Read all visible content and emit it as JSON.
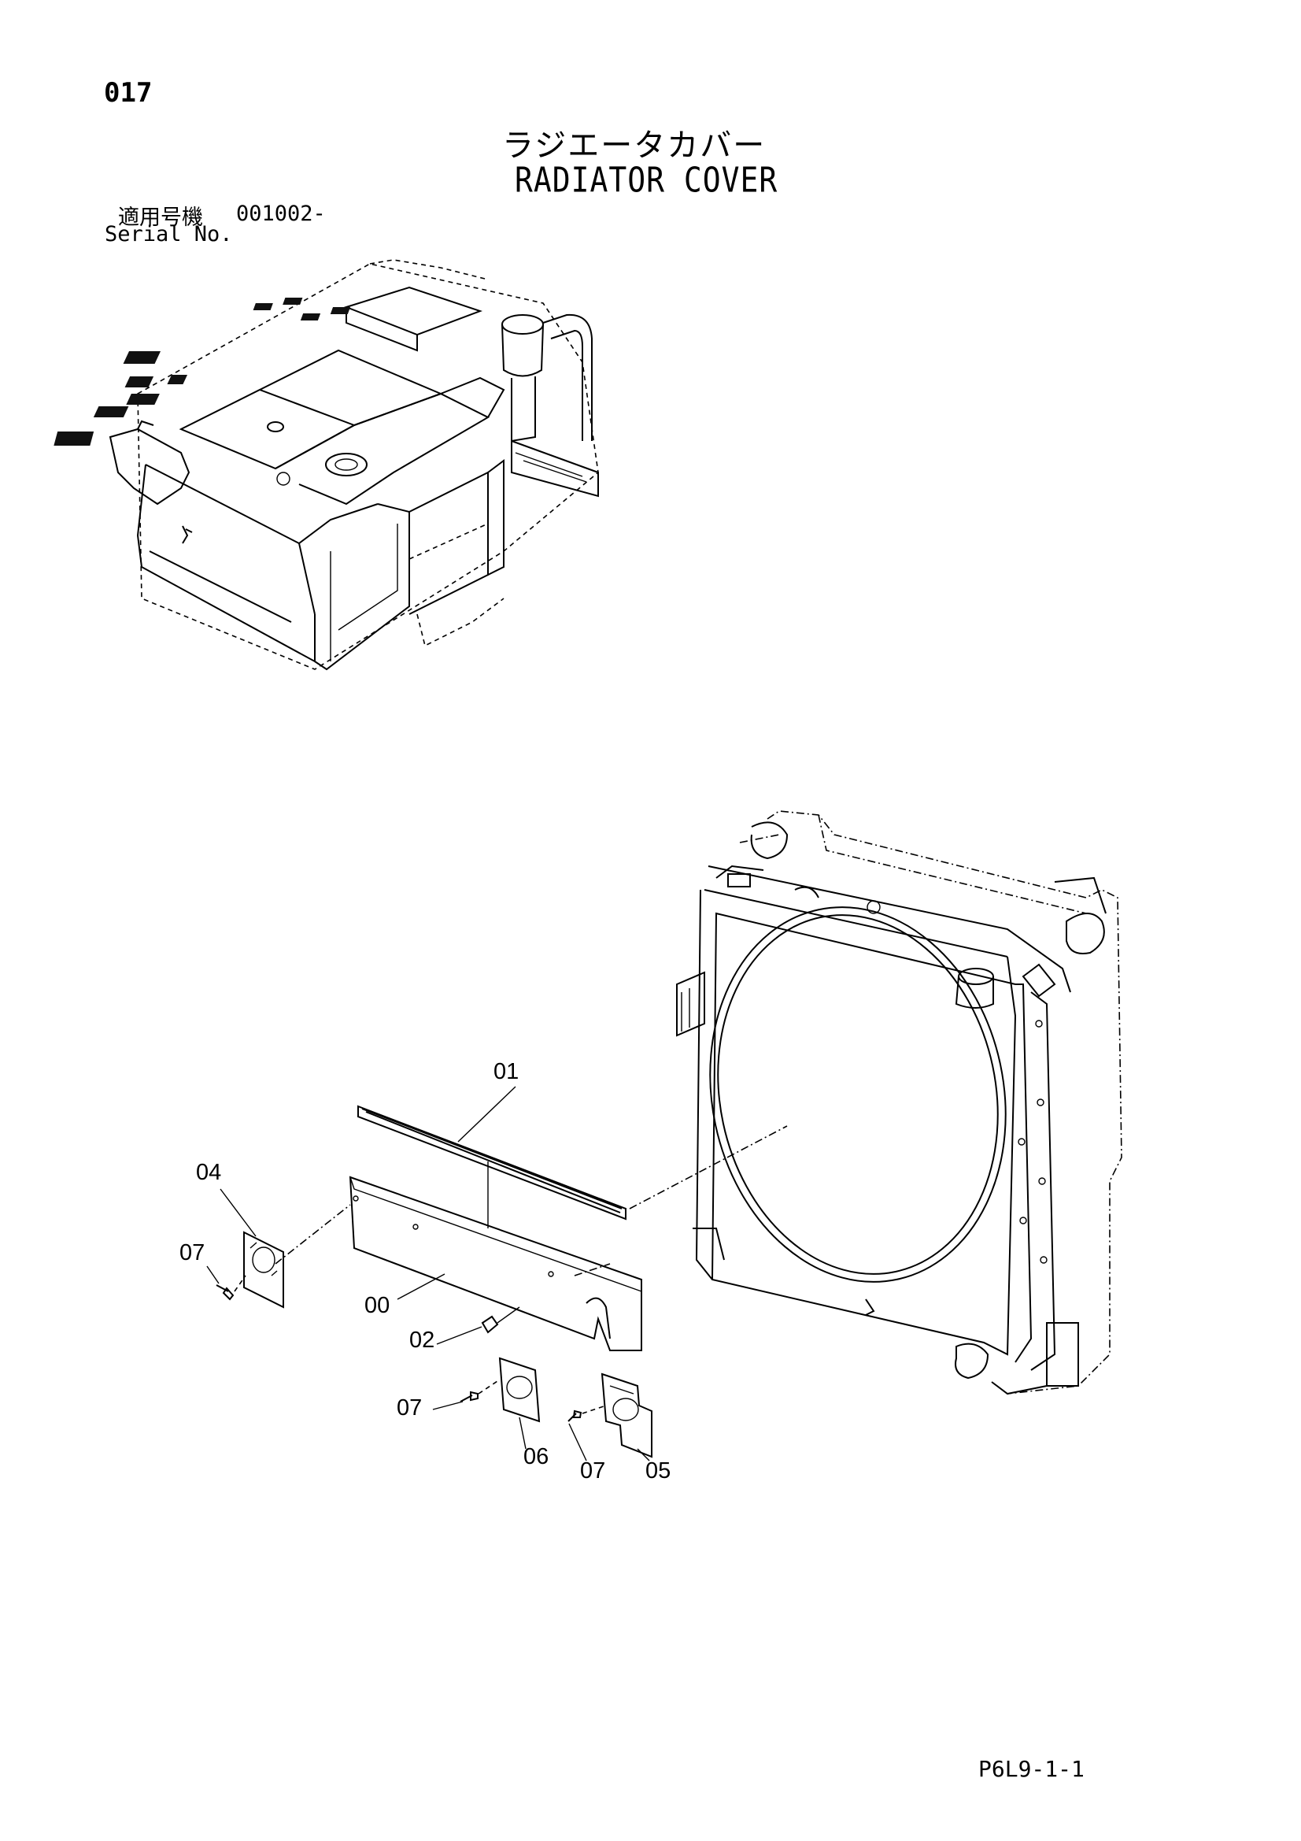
{
  "page": {
    "number": "017",
    "title_jp": "ラジエータカバー",
    "title_en": "RADIATOR COVER",
    "serial_label_jp": "適用号機",
    "serial_value": "001002-",
    "serial_label_en": "Serial No.",
    "doc_code": "P6L9-1-1"
  },
  "callouts": [
    {
      "id": "01",
      "label": "01"
    },
    {
      "id": "04",
      "label": "04"
    },
    {
      "id": "07a",
      "label": "07"
    },
    {
      "id": "00",
      "label": "00"
    },
    {
      "id": "02",
      "label": "02"
    },
    {
      "id": "07b",
      "label": "07"
    },
    {
      "id": "06",
      "label": "06"
    },
    {
      "id": "07c",
      "label": "07"
    },
    {
      "id": "05",
      "label": "05"
    }
  ]
}
